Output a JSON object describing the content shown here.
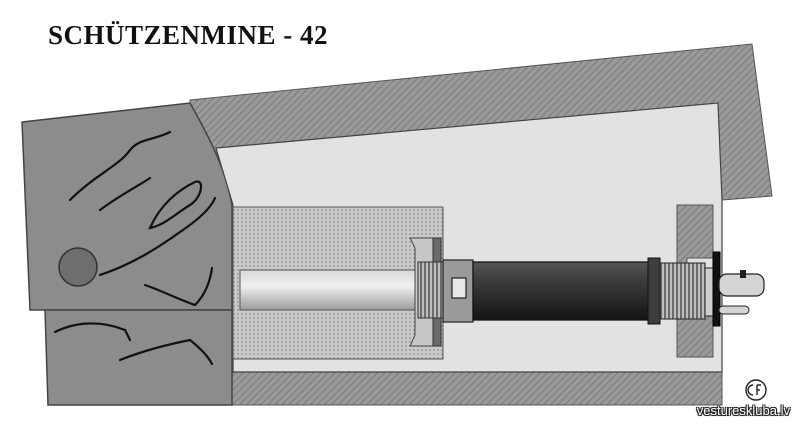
{
  "title": "SCHÜTZENMINE - 42",
  "watermark": "vestureskluba.lv",
  "copyright_mark": "copyright-seal",
  "colors": {
    "stone": "#8c8c8c",
    "stone_outline": "#444444",
    "hatch_bg": "#9a9a9a",
    "hatch_line": "#7a7a7a",
    "cavity": "#e2e2e2",
    "explosive_dots": "#8f8f8f",
    "tube": "#c2c2c2",
    "fuse_body": "#2a2a2a",
    "fuse_metal": "#b0b0b0"
  }
}
